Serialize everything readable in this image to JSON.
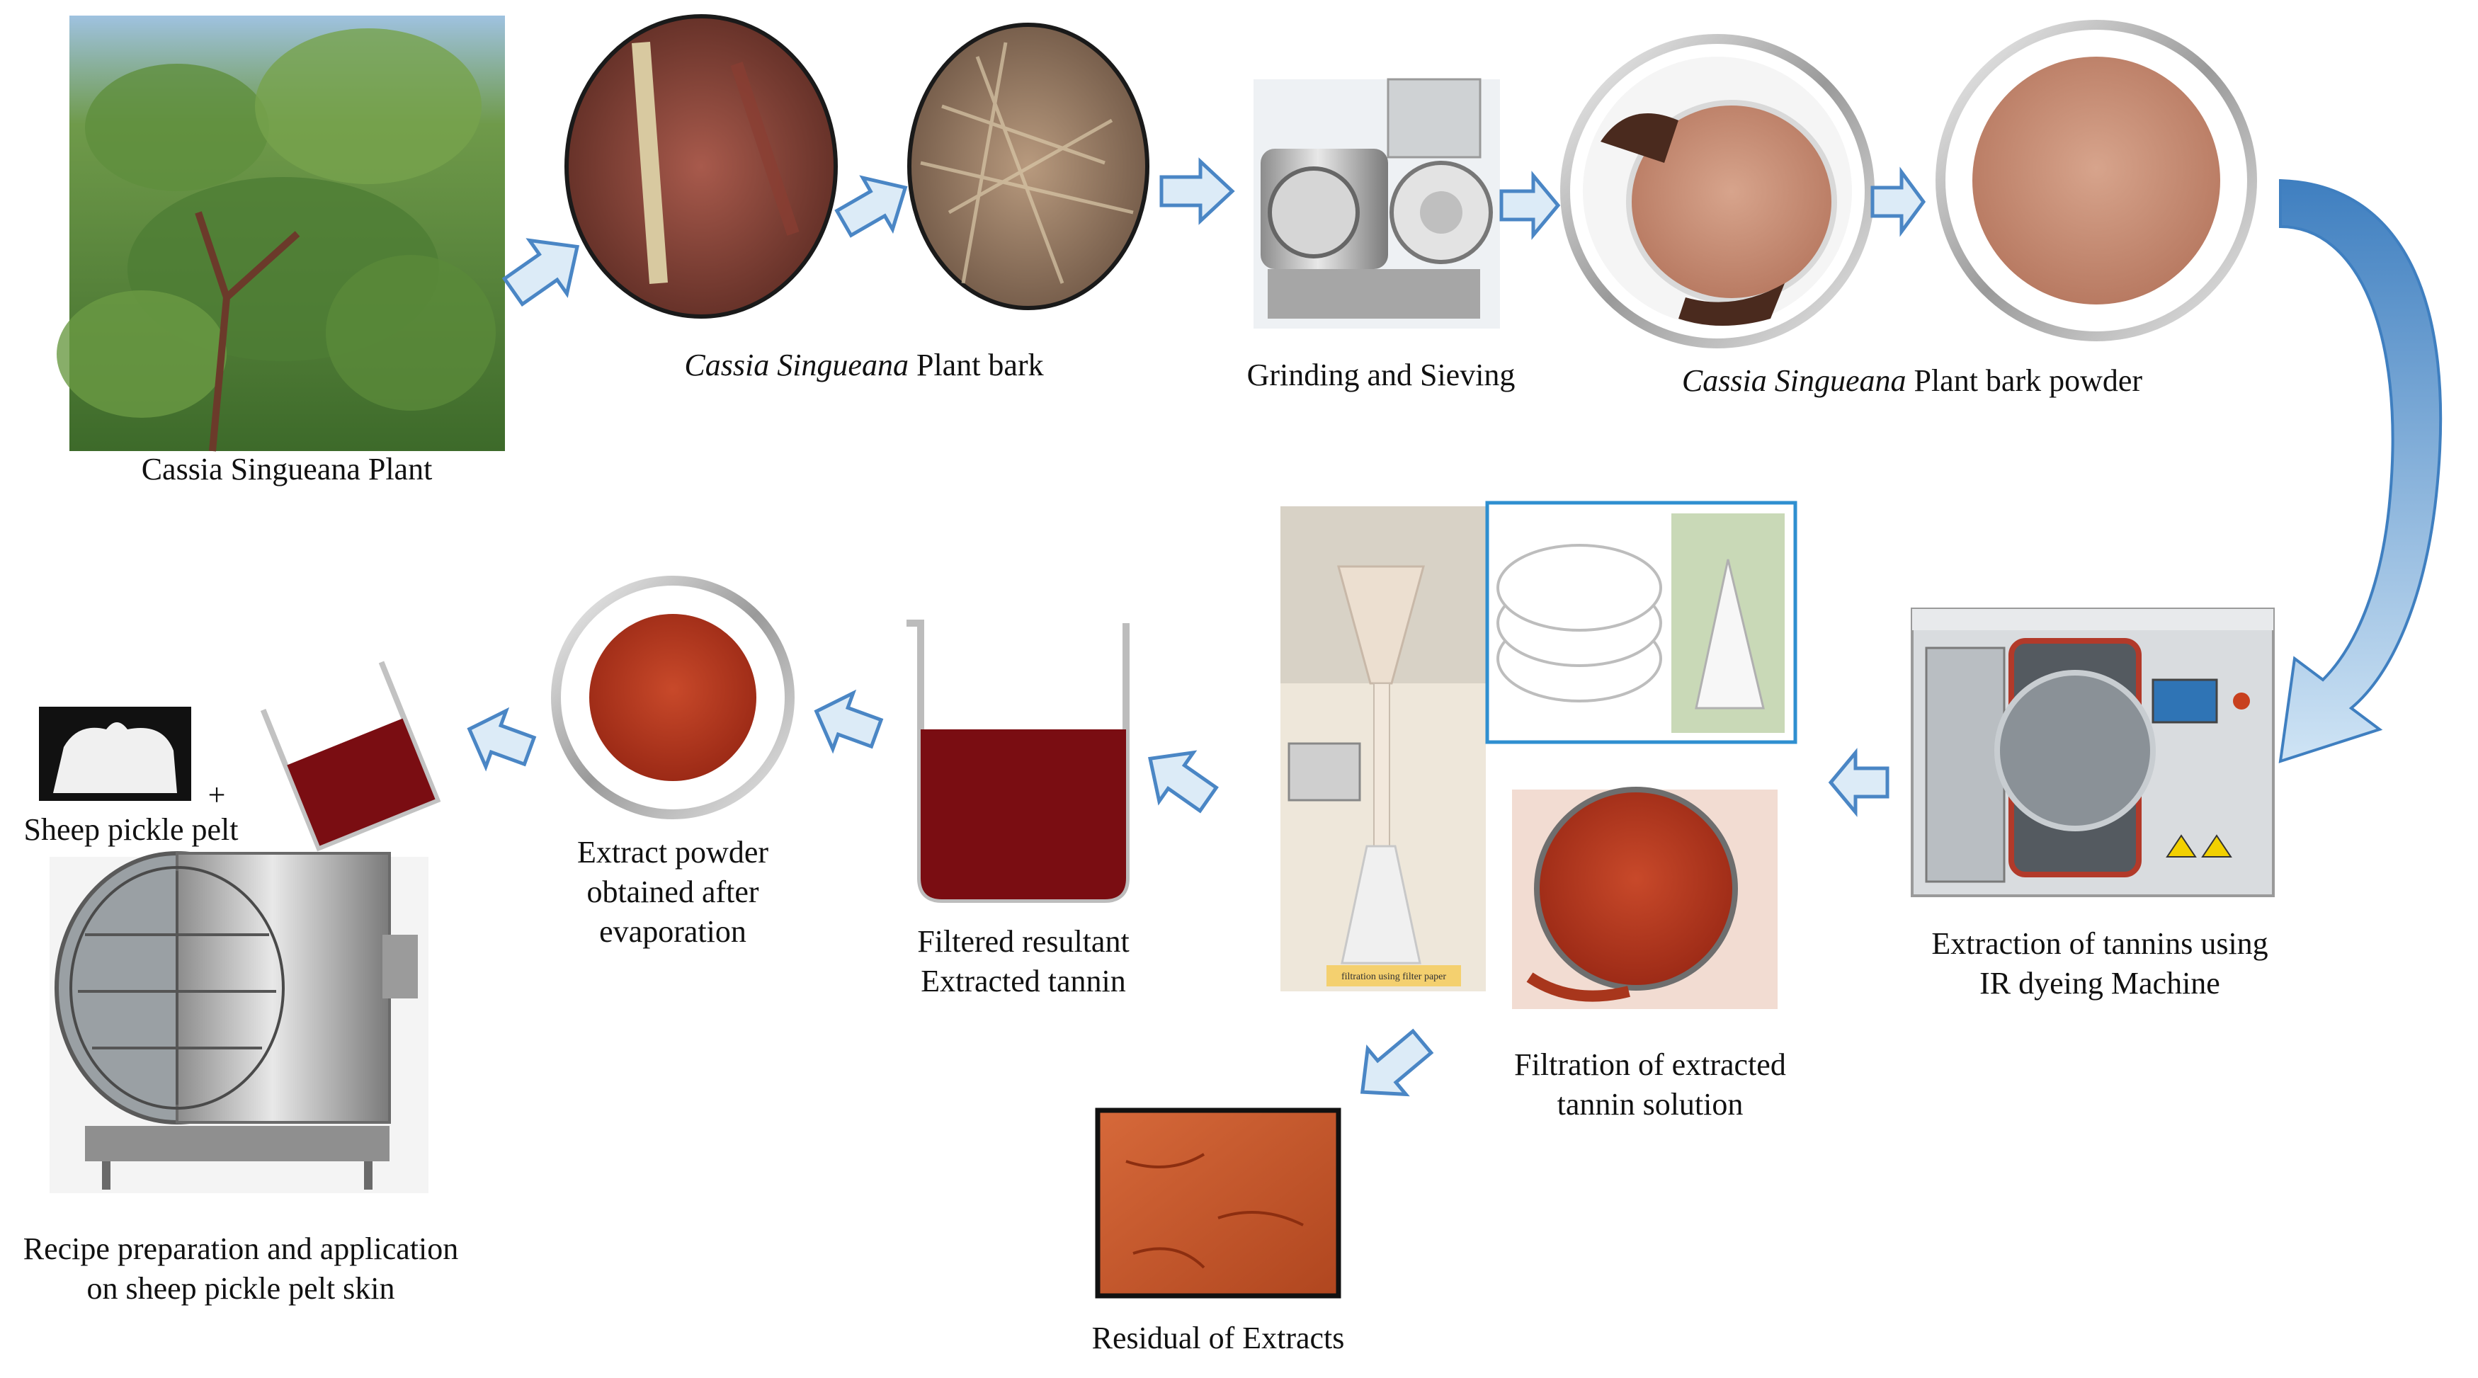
{
  "labels": {
    "plant": "Cassia Singueana Plant",
    "bark_italic": "Cassia Singueana",
    "bark_rest": " Plant bark",
    "grinding": "Grinding and Sieving",
    "powder_italic": "Cassia Singueana",
    "powder_rest": " Plant bark powder",
    "extraction_l1": "Extraction of tannins using",
    "extraction_l2": "IR dyeing Machine",
    "filtration_l1": "Filtration of extracted",
    "filtration_l2": "tannin solution",
    "residual": "Residual of Extracts",
    "filtered_l1": "Filtered resultant",
    "filtered_l2": "Extracted tannin",
    "extract_l1": "Extract powder",
    "extract_l2": "obtained after",
    "extract_l3": "evaporation",
    "sheep": "Sheep pickle pelt",
    "plus": "+",
    "recipe_l1": "Recipe preparation and application",
    "recipe_l2": "on sheep pickle pelt skin",
    "funnel_caption": "filtration using filter paper"
  },
  "colors": {
    "arrow_fill": "#dcebf7",
    "arrow_stroke": "#4a86c5",
    "tannin": "#7a0d12",
    "powder_light": "#c98d72",
    "powder_red": "#b8391c",
    "frame_blue": "#2f8fd0"
  }
}
